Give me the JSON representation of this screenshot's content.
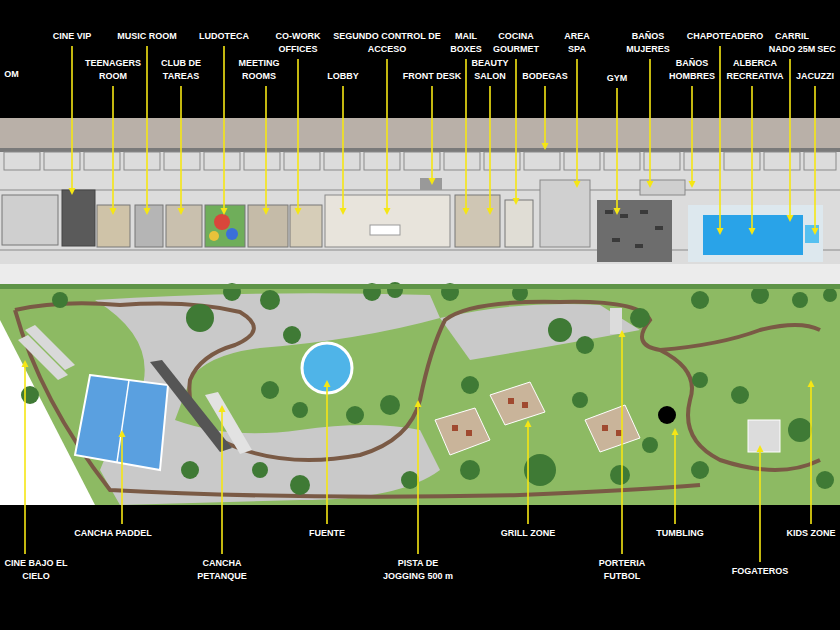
{
  "diagram": {
    "labels": [
      "OM",
      "CINE VIP",
      "MUSIC ROOM",
      "LUDOTECA",
      "CO-WORK OFFICES",
      "SEGUNDO CONTROL DE ACCESO",
      "MAIL BOXES",
      "COCINA GOURMET",
      "AREA SPA",
      "BAÑOS MUJERES",
      "CHAPOTEADERO",
      "CARRIL NADO 25M",
      "SEC",
      "TEENAGERS ROOM",
      "CLUB DE TAREAS",
      "MEETING ROOMS",
      "LOBBY",
      "FRONT DESK",
      "BEAUTY SALON",
      "BODEGAS",
      "GYM",
      "BAÑOS HOMBRES",
      "ALBERCA RECREATIVA",
      "JACUZZI",
      "CANCHA PADDEL",
      "FUENTE",
      "GRILL ZONE",
      "TUMBLING",
      "KIDS ZONE",
      "CINE BAJO EL CIELO",
      "CANCHA PETANQUE",
      "PISTA DE JOGGING 500 m",
      "PORTERIA FUTBOL",
      "FOGATEROS"
    ]
  }
}
